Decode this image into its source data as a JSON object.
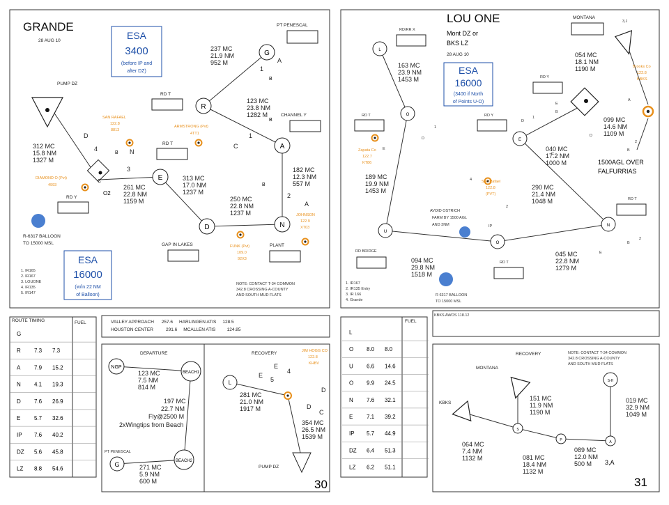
{
  "left": {
    "title": "GRANDE",
    "date": "28 AUG 10",
    "esa_top": {
      "value": "ESA",
      "alt": "3400",
      "note1": "(before IP and",
      "note2": "after DZ)"
    },
    "esa_bottom": {
      "value": "ESA",
      "alt": "16000",
      "note1": "(w/in 22 NM",
      "note2": "of Balloon)"
    },
    "pt_penescal": "PT PENESCAL",
    "pump_dz": "PUMP DZ",
    "channel_y": "CHANNEL Y",
    "gap_in_lakes": "GAP IN LAKES",
    "plant": "PLANT",
    "rd_t_1": "RD T",
    "rd_t_2": "RD T",
    "rd_y": "RD Y",
    "balloon": "R-6317 BALLOON",
    "balloon2": "TO 15000 MSL",
    "legs": {
      "g": "G",
      "r": "R",
      "a": "A",
      "e": "E",
      "d": "D",
      "n": "N",
      "c": "C",
      "o2": "O2"
    },
    "leg_labels": {
      "l1": [
        "237 MC",
        "21.9 NM",
        "952 M"
      ],
      "l2": [
        "123 MC",
        "23.8 NM",
        "1282 M"
      ],
      "l3": [
        "182 MC",
        "12.3 NM",
        "557 M"
      ],
      "l4": [
        "250 MC",
        "22.8 NM",
        "1237 M"
      ],
      "l5": [
        "313 MC",
        "17.0 NM",
        "1237 M"
      ],
      "l6": [
        "261 MC",
        "22.8 NM",
        "1159 M"
      ],
      "l7": [
        "312 MC",
        "15.8 NM",
        "1327 M"
      ]
    },
    "orange_labels": {
      "san_rafael": [
        "SAN RAFAEL",
        "122.8",
        "8813"
      ],
      "armstrong": [
        "ARMSTRONG (Pvt)",
        "4TT1"
      ],
      "diamond": [
        "DIAMOND O (Pvt)",
        "4993"
      ],
      "johnson": [
        "JOHNSON",
        "122.9",
        "XT03"
      ],
      "funk": [
        "FUNK (Pvt)",
        "109.0",
        "92X3"
      ]
    },
    "markers": {
      "m1": "1",
      "mA": "A",
      "mB": "B",
      "m1b": "1",
      "mB2": "B",
      "mC": "C",
      "m2": "2",
      "mA2": "A",
      "mB3": "B",
      "mD": "D",
      "m4": "4",
      "mB4": "B",
      "mN": "N",
      "m3": "3",
      "mC2": "C"
    },
    "notes": [
      "1. IR165",
      "2. IR167",
      "3. LOUONE",
      "4. IR135",
      "5. IR147"
    ],
    "contact": [
      "NOTE: CONTACT T-34 COMMON",
      "342.8 CROSSING A-COUNTY",
      "AND SOUTH MUD FLATS"
    ],
    "route_timing": {
      "header": "ROUTE TIMING",
      "fuel": "FUEL",
      "rows": [
        {
          "p": "G",
          "t": "",
          "c": ""
        },
        {
          "p": "R",
          "t": "7.3",
          "c": "7.3"
        },
        {
          "p": "A",
          "t": "7.9",
          "c": "15.2"
        },
        {
          "p": "N",
          "t": "4.1",
          "c": "19.3"
        },
        {
          "p": "D",
          "t": "7.6",
          "c": "26.9"
        },
        {
          "p": "E",
          "t": "5.7",
          "c": "32.6"
        },
        {
          "p": "IP",
          "t": "7.6",
          "c": "40.2"
        },
        {
          "p": "DZ",
          "t": "5.6",
          "c": "45.8"
        },
        {
          "p": "LZ",
          "t": "8.8",
          "c": "54.6"
        }
      ]
    },
    "approach": {
      "line1": "VALLEY APPROACH      257.6     HARLINGEN ATIS     128.5",
      "line2": "HOUSTON CENTER          291.6     MCALLEN ATIS         124.85"
    },
    "departure": {
      "title": "DEPARTURE",
      "recovery": "RECOVERY",
      "ngp": "NGP",
      "beach1": "BEACH1",
      "beach2": "BEACH2",
      "g": "G",
      "pt_penescal": "PT PENESCAL",
      "d1": [
        "123 MC",
        "7.5 NM",
        "814 M"
      ],
      "d2": [
        "197 MC",
        "22.7 NM",
        "Fly@2500 M",
        "2xWingtips from Beach"
      ],
      "d3": [
        "271 MC",
        "5.9 NM",
        "600 M"
      ],
      "l": "L",
      "r1": [
        "281 MC",
        "21.0 NM",
        "1917 M"
      ],
      "r2": [
        "354 MC",
        "26.5 NM",
        "1539 M"
      ],
      "jim_hogg": [
        "JIM HOGG CO",
        "122.8",
        "KHBV"
      ],
      "pump_dz": "PUMP DZ",
      "rE": "E",
      "r4": "4",
      "rE2": "E",
      "r5": "5",
      "rD": "D",
      "rD2": "D",
      "rC": "C"
    },
    "page_num": "30"
  },
  "right": {
    "title": "LOU ONE",
    "subtitle1": "Mont DZ or",
    "subtitle2": "BKS LZ",
    "date": "28 AUG 10",
    "esa": {
      "value": "ESA",
      "alt": "16000",
      "note1": "(3400 if North",
      "note2": "of Points U-O)"
    },
    "montana": "MONTANA",
    "rd_rr_x": "RD/RR X",
    "rd_t_1": "RD T",
    "rd_y_1": "RD Y",
    "rd_y_2": "RD Y",
    "rd_t_2": "RD T",
    "rd_t_3": "RD T",
    "rd_bridge": "RD BRIDGE",
    "ip": "IP",
    "avoid": [
      "AVOID OSTRICH",
      "FARM BY 1500 AGL",
      "AND 3NM"
    ],
    "falfurrias": [
      "1500AGL OVER",
      "FALFURRIAS"
    ],
    "balloon": [
      "R 6317 BALLOON",
      "TO 15000 MSL"
    ],
    "points": {
      "l": "L",
      "o": "O",
      "e": "E",
      "u": "U",
      "o2": "O",
      "n": "N",
      "sj": "3,J"
    },
    "leg_labels": {
      "l1": [
        "163 MC",
        "23.9 NM",
        "1453 M"
      ],
      "l2": [
        "189 MC",
        "19.9 NM",
        "1453 M"
      ],
      "l3": [
        "094 MC",
        "29.8 NM",
        "1518 M"
      ],
      "l4": [
        "045 MC",
        "22.8 NM",
        "1279 M"
      ],
      "l5": [
        "290 MC",
        "21.4 NM",
        "1048 M"
      ],
      "l6": [
        "040 MC",
        "17.2 NM",
        "1000 M"
      ],
      "l7": [
        "054 MC",
        "18.1 NM",
        "1190 M"
      ],
      "l8": [
        "099 MC",
        "14.6 NM",
        "1109 M"
      ]
    },
    "orange_labels": {
      "zapata": [
        "Zapata Co",
        "122.7",
        "KT86"
      ],
      "san_rafael": [
        "San Rafael",
        "122.8",
        "(PVT)"
      ],
      "brooks": [
        "Brooks Co",
        "122.8",
        "KBKS"
      ]
    },
    "markers": {
      "m1": "1",
      "mD": "D",
      "mE": "E",
      "m1b": "1",
      "mD2": "D",
      "mE2": "E",
      "mB": "B",
      "mC": "C",
      "m4": "4",
      "m2": "2",
      "mE3": "E",
      "mB2": "B",
      "m2b": "2",
      "mA": "A",
      "m2c": "2",
      "mB3": "B",
      "mD3": "D"
    },
    "notes": [
      "1. IR167",
      "2. IR135 Entry",
      "3. IR 166",
      "4. Grande"
    ],
    "route_timing": {
      "fuel": "FUEL",
      "rows": [
        {
          "p": "L",
          "t": "",
          "c": ""
        },
        {
          "p": "O",
          "t": "8.0",
          "c": "8.0"
        },
        {
          "p": "U",
          "t": "6.6",
          "c": "14.6"
        },
        {
          "p": "O",
          "t": "9.9",
          "c": "24.5"
        },
        {
          "p": "N",
          "t": "7.6",
          "c": "32.1"
        },
        {
          "p": "E",
          "t": "7.1",
          "c": "39.2"
        },
        {
          "p": "IP",
          "t": "5.7",
          "c": "44.9"
        },
        {
          "p": "DZ",
          "t": "6.4",
          "c": "51.3"
        },
        {
          "p": "LZ",
          "t": "6.2",
          "c": "51.1"
        }
      ]
    },
    "kbks_awos": "KBKS AWOS 118.12",
    "recovery": {
      "title": "RECOVERY",
      "montana": "MONTANA",
      "kbks": "KBKS",
      "note": [
        "NOTE: CONTACT T-34 COMMON",
        "342.8 CROSSING A-COUNTY",
        "AND SOUTH MUD FLATS"
      ],
      "r1": [
        "151 MC",
        "11.9 NM",
        "1190 M"
      ],
      "r2": [
        "064 MC",
        "7.4 NM",
        "1132 M"
      ],
      "r3": [
        "081 MC",
        "18.4 NM",
        "1132 M"
      ],
      "r4": [
        "089 MC",
        "12.0 NM",
        "500 M"
      ],
      "r5": [
        "019 MC",
        "32.9 NM",
        "1049 M"
      ],
      "s": "S",
      "p": "P",
      "a": "A",
      "sh": "S-H",
      "sa": "3,A"
    },
    "page_num": "31"
  },
  "colors": {
    "esa_blue": "#1d4fa8",
    "airport_orange": "#e8901c",
    "balloon_blue": "#4a7fd0"
  }
}
